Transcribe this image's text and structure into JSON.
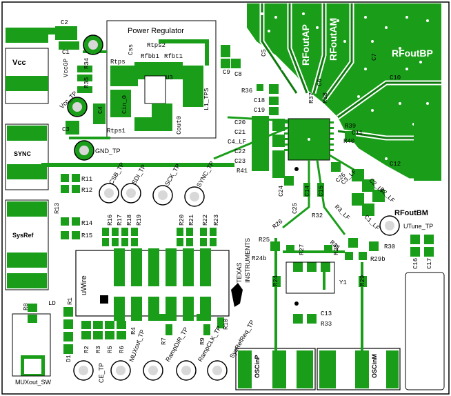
{
  "board": {
    "power_regulator_title": "Power Regulator",
    "vcc_label": "Vcc",
    "sync_label": "SYNC",
    "sysref_label": "SysRef",
    "uwire_label": "uWire",
    "oscinp_label": "OSCinP",
    "oscinm_label": "OSCinM",
    "ti_logo_line1": "TEXAS",
    "ti_logo_line2": "INSTRUMENTS",
    "rf_outputs": {
      "ap": "RFoutAP",
      "am": "RFoutAM",
      "bp": "RFoutBP",
      "bm": "RFoutBM"
    },
    "test_points": {
      "vcc_tp": "Vcc_TP",
      "gnd_tp": "GND_TP",
      "csb_tp": "CSB_TP",
      "sdi_tp": "SDI_TP",
      "sck_tp": "SCK_TP",
      "sync_tp": "SYNC_TP",
      "ce_tp": "CE_TP",
      "muxout_tp": "MUXout_TP",
      "rampdir_tp": "RampDIR_TP",
      "rampclk_tp": "RampCLK_TP",
      "sysrefreq_tp": "SysRefReq_TP",
      "utune_tp": "UTune_TP",
      "muxout_sw": "MUXout_SW"
    },
    "designators": {
      "c2": "C2",
      "c1": "C1",
      "vccgp": "VccGP",
      "r34": "R34",
      "r35": "R35",
      "c4": "C4",
      "c3": "C3",
      "rtps": "Rtps",
      "css": "Css",
      "rtps2": "Rtps2",
      "rfbb1": "Rfbb1",
      "rfbt1": "Rfbt1",
      "u3": "U3",
      "cin0": "Cin_0",
      "cout0": "Cout0",
      "l1_tps": "L1_TPS",
      "rtps1": "Rtps1",
      "c9": "C9",
      "c8": "C8",
      "c5": "C5",
      "c6": "C6",
      "c7": "C7",
      "c10": "C10",
      "c11": "C11",
      "c12": "C12",
      "r36": "R36",
      "r37": "R37",
      "r38": "R38",
      "r39": "R39",
      "r40": "R40",
      "c18": "C18",
      "c19": "C19",
      "c20": "C20",
      "c21": "C21",
      "c4_lf": "C4_LF",
      "c22": "C22",
      "c23": "C23",
      "r41": "R41",
      "c24": "C24",
      "c25": "C25",
      "c14": "C14",
      "c15": "C15",
      "c26": "C26",
      "c3_lf": "C3_LF",
      "r3_lf": "R3_LF",
      "c2_lf": "C2_LF",
      "r2_lf": "R2_LF",
      "c1_lf": "C1_LF",
      "r11": "R11",
      "r12": "R12",
      "r13": "R13",
      "r14": "R14",
      "r15": "R15",
      "r16": "R16",
      "r17": "R17",
      "r18": "R18",
      "r19": "R19",
      "r20": "R20",
      "r21": "R21",
      "r22": "R22",
      "r23": "R23",
      "r26": "R26",
      "r32": "R32",
      "r25": "R25",
      "r24b": "R24b",
      "r27": "R27",
      "r28": "R28",
      "r31": "R31",
      "r29b": "R29b",
      "r30": "R30",
      "r24": "R24",
      "r29": "R29",
      "y1": "Y1",
      "c13": "C13",
      "r33": "R33",
      "c16": "C16",
      "c17": "C17",
      "r8": "R8",
      "ld": "LD",
      "r1": "R1",
      "d1": "D1",
      "r2": "R2",
      "r3": "R3",
      "r5": "R5",
      "r6": "R6",
      "r4": "R4",
      "r7": "R7",
      "r9": "R9",
      "r10": "R10"
    }
  },
  "colors": {
    "copper": "#1a9e1a",
    "copper_dark": "#0e7a0e",
    "background": "#ffffff",
    "silkscreen": "#000000",
    "pad": "#d8d8d8"
  }
}
